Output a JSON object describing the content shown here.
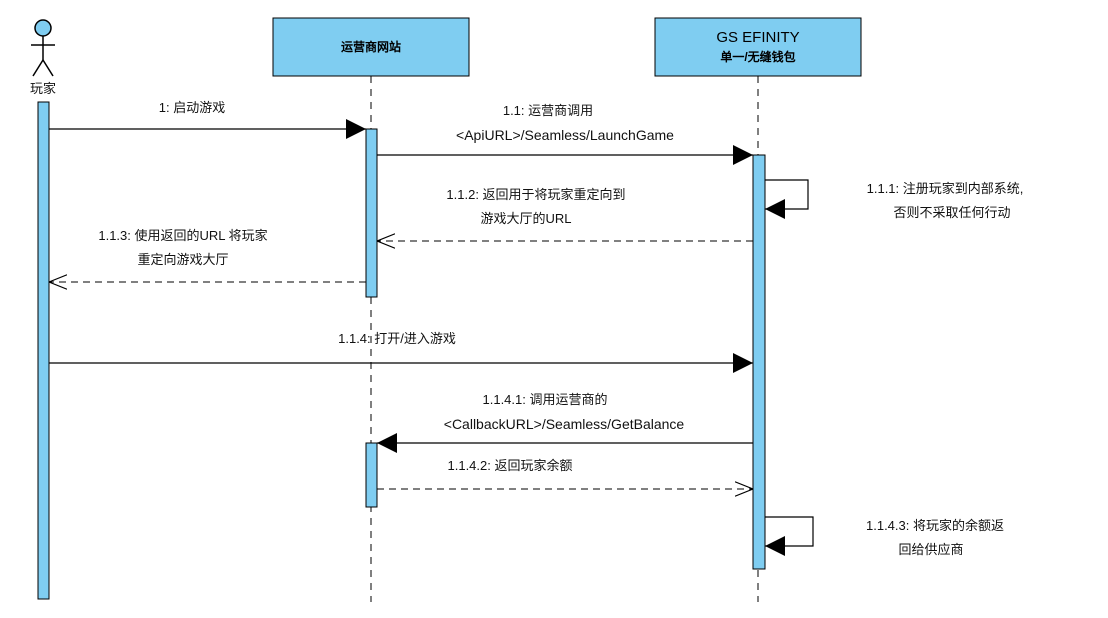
{
  "colors": {
    "box_fill": "#7fcdf1",
    "activation_fill": "#7fcdf1",
    "stroke": "#000000"
  },
  "participants": {
    "player": {
      "label": "玩家"
    },
    "operator": {
      "label": "运营商网站"
    },
    "gs": {
      "line1": "GS EFINITY",
      "line2": "单一/无缝钱包"
    }
  },
  "messages": {
    "m1": {
      "label": "1: 启动游戏"
    },
    "m1_1": {
      "line1": "1.1: 运营商调用",
      "line2": "<ApiURL>/Seamless/LaunchGame"
    },
    "m1_1_1": {
      "line1": "1.1.1: 注册玩家到内部系统,",
      "line2": "否则不采取任何行动"
    },
    "m1_1_2": {
      "line1": "1.1.2: 返回用于将玩家重定向到",
      "line2": "游戏大厅的URL"
    },
    "m1_1_3": {
      "line1": "1.1.3: 使用返回的URL 将玩家",
      "line2": "重定向游戏大厅"
    },
    "m1_1_4": {
      "label": "1.1.4: 打开/进入游戏"
    },
    "m1_1_4_1": {
      "line1": "1.1.4.1: 调用运营商的",
      "line2": "<CallbackURL>/Seamless/GetBalance"
    },
    "m1_1_4_2": {
      "label": "1.1.4.2: 返回玩家余额"
    },
    "m1_1_4_3": {
      "line1": "1.1.4.3: 将玩家的余额返",
      "line2": "回给供应商"
    }
  }
}
